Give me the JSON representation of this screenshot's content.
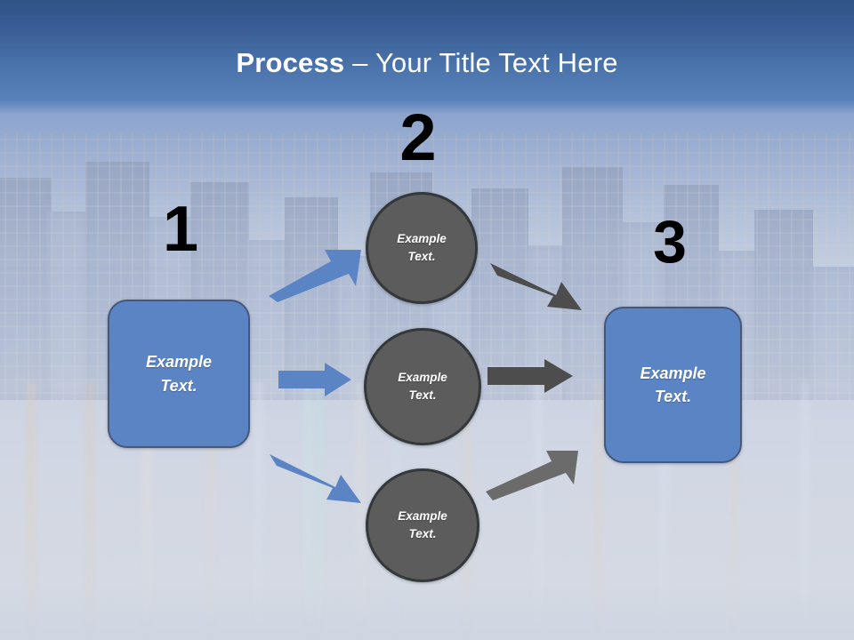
{
  "slide": {
    "title": {
      "bold_part": "Process",
      "rest_part": " – Your Title Text Here"
    },
    "background": {
      "description": "city-skyline-at-night-over-water",
      "header_color_top": "#2f5286",
      "header_color_bottom": "#5a82ba"
    }
  },
  "numbers": [
    {
      "id": "step-1",
      "value": "1"
    },
    {
      "id": "step-2",
      "value": "2"
    },
    {
      "id": "step-3",
      "value": "3"
    }
  ],
  "boxes": [
    {
      "id": "input-box",
      "label": "Example\nText.",
      "fill": "#5b84c4",
      "border": "#44587d"
    },
    {
      "id": "output-box",
      "label": "Example\nText.",
      "fill": "#5b84c4",
      "border": "#44587d"
    }
  ],
  "circles": [
    {
      "id": "circle-top",
      "label": "Example\nText.",
      "fill": "#5c5c5c",
      "border": "#33383b"
    },
    {
      "id": "circle-middle",
      "label": "Example\nText.",
      "fill": "#5c5c5c",
      "border": "#33383b"
    },
    {
      "id": "circle-bottom",
      "label": "Example\nText.",
      "fill": "#5c5c5c",
      "border": "#33383b"
    }
  ],
  "arrows": [
    {
      "id": "arrow-in-up",
      "color": "#5b84c4",
      "direction": "up-right"
    },
    {
      "id": "arrow-in-right",
      "color": "#5b84c4",
      "direction": "right"
    },
    {
      "id": "arrow-in-down",
      "color": "#5b84c4",
      "direction": "down-right"
    },
    {
      "id": "arrow-out-down",
      "color": "#4d4d4d",
      "direction": "down-right"
    },
    {
      "id": "arrow-out-right",
      "color": "#4d4d4d",
      "direction": "right"
    },
    {
      "id": "arrow-out-up",
      "color": "#6b6b6b",
      "direction": "up-right"
    }
  ]
}
